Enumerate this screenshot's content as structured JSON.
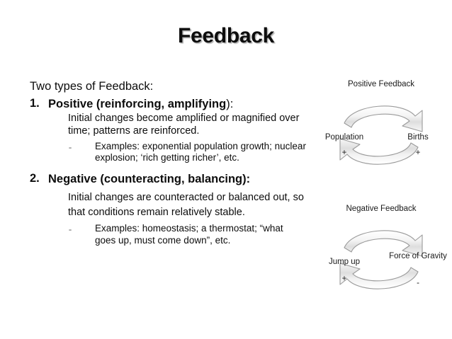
{
  "slide": {
    "title": "Feedback"
  },
  "content": {
    "lead": "Two types of Feedback:",
    "items": [
      {
        "marker": "1.",
        "head_bold": "Positive (reinforcing, amplifying",
        "head_light": "):",
        "body": "Initial changes become amplified  or magnified over time; patterns are reinforced.",
        "sub_marker": "-",
        "sub_text": "Examples:  exponential population growth; nuclear explosion; ‘rich getting richer’, etc."
      },
      {
        "marker": "2.",
        "head_bold": "Negative (counteracting, balancing):",
        "head_light": "",
        "body": "Initial changes are counteracted or balanced out, so that conditions remain relatively stable.",
        "sub_marker": "-",
        "sub_text": "Examples:  homeostasis; a thermostat; “what goes up, must come down”, etc."
      }
    ]
  },
  "diagrams": [
    {
      "id": "positive",
      "title": "Positive Feedback",
      "label_left": "Population",
      "label_right": "Births",
      "sign_left": "+",
      "sign_right": "+",
      "arrow_top": "curved-arrow-clockwise-top-icon",
      "arrow_bottom": "curved-arrow-clockwise-bottom-icon"
    },
    {
      "id": "negative",
      "title": "Negative Feedback",
      "label_left": "Jump up",
      "label_right": "Force of Gravity",
      "sign_left": "+",
      "sign_right": "-",
      "arrow_top": "curved-arrow-clockwise-top-icon",
      "arrow_bottom": "curved-arrow-clockwise-bottom-icon"
    }
  ],
  "colors": {
    "text": "#0d0d0d",
    "background": "#ffffff",
    "arrow_outline": "#9a9a9a",
    "arrow_fill_light": "#ffffff",
    "arrow_fill_gray": "#e4e4e4"
  }
}
